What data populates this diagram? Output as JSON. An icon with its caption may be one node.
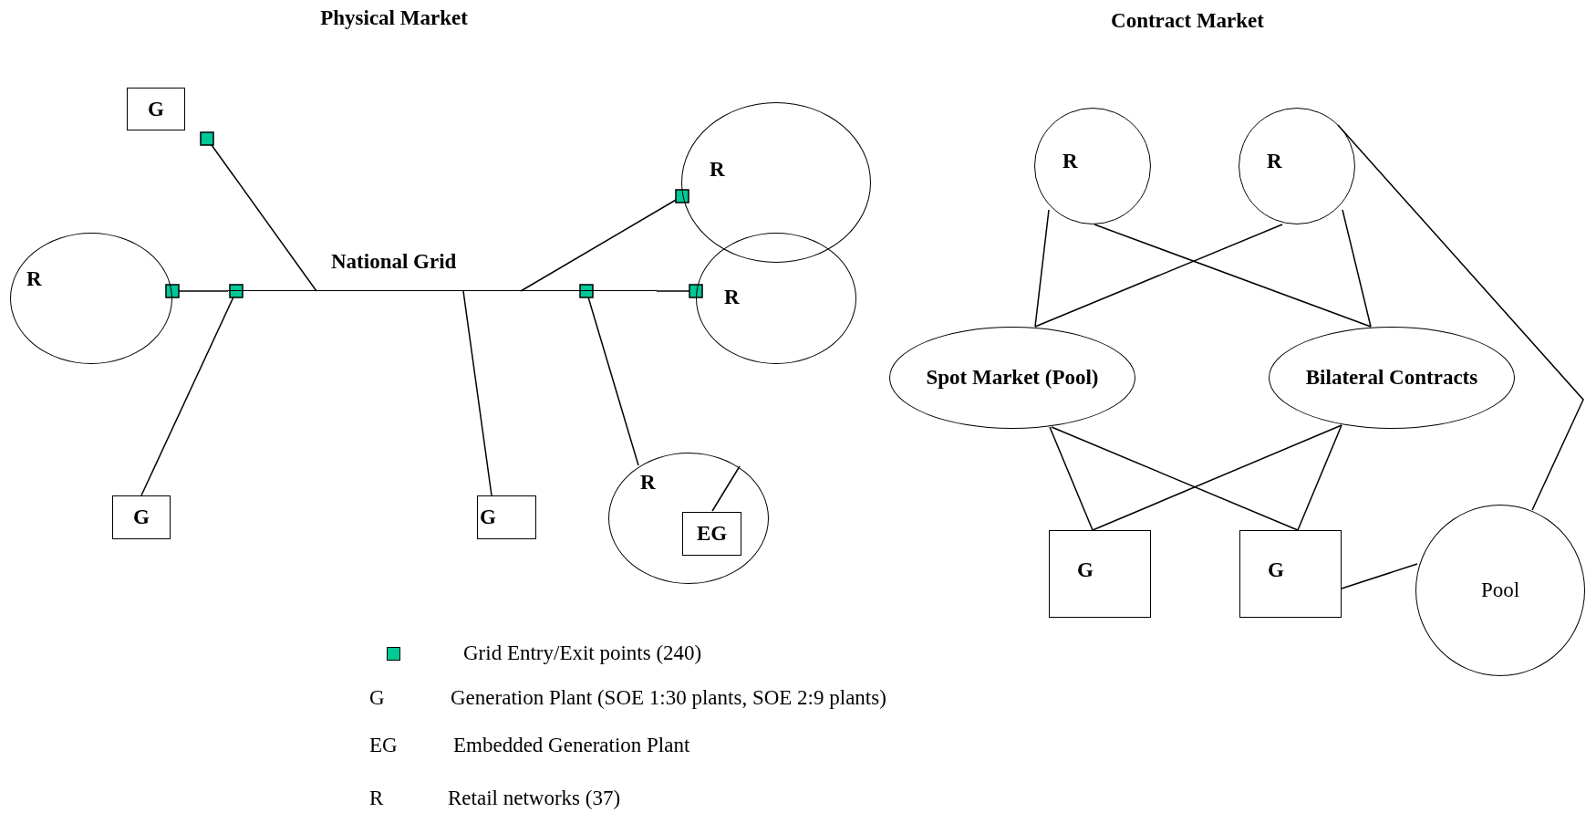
{
  "diagram": {
    "nodes": [
      {
        "text": [
          "G"
        ]
      },
      {
        "text": [
          "R"
        ]
      },
      {
        "text": [
          "National Grid"
        ]
      },
      {
        "text": [
          "R"
        ]
      },
      {
        "text": [
          "R"
        ]
      },
      {
        "text": [
          "G"
        ]
      },
      {
        "text": [
          "G"
        ]
      },
      {
        "text": [
          "R"
        ]
      },
      {
        "text": [
          "EG"
        ],
        "in": 7
      },
      {
        "text": [
          "R"
        ]
      },
      {
        "text": [
          "R"
        ]
      },
      {
        "text": [
          "Spot Market (Pool)"
        ]
      },
      {
        "text": [
          "Bilateral Contracts"
        ]
      },
      {
        "text": [
          "G"
        ]
      },
      {
        "text": [
          "G"
        ]
      },
      {
        "text": [
          "Pool"
        ]
      }
    ],
    "edges": [
      {
        "from": 0,
        "to": 2,
        "arrow": "other"
      },
      {
        "from": 1,
        "to": 2,
        "arrow": "other"
      },
      {
        "from": 5,
        "to": 2,
        "arrow": "other"
      },
      {
        "from": 2,
        "to": 3,
        "arrow": "other"
      },
      {
        "from": 2,
        "to": 4,
        "arrow": "other"
      },
      {
        "from": 2,
        "to": 6,
        "arrow": "none"
      },
      {
        "from": 2,
        "to": 7,
        "arrow": "other"
      },
      {
        "from": 8,
        "to": 7,
        "arrow": "none"
      },
      {
        "from": 9,
        "to": 11,
        "arrow": "none"
      },
      {
        "from": 9,
        "to": 12,
        "arrow": "none"
      },
      {
        "from": 10,
        "to": 11,
        "arrow": "none"
      },
      {
        "from": 10,
        "to": 12,
        "arrow": "none"
      },
      {
        "from": 11,
        "to": 13,
        "arrow": "none"
      },
      {
        "from": 11,
        "to": 14,
        "arrow": "none"
      },
      {
        "from": 12,
        "to": 13,
        "arrow": "none"
      },
      {
        "from": 12,
        "to": 14,
        "arrow": "none"
      },
      {
        "from": 14,
        "to": 15,
        "arrow": "none"
      },
      {
        "from": 10,
        "to": 15,
        "arrow": "none"
      }
    ],
    "labels": [
      "Physical Market",
      "Contract Market",
      "G",
      "Generation Plant (SOE 1:30 plants, SOE 2:9 plants)",
      "EG",
      "Embedded Generation Plant",
      "R",
      "Retail networks (37)"
    ],
    "legend": [
      {
        "text": "Grid Entry/Exit points (240)",
        "color": "#00c896"
      }
    ]
  }
}
